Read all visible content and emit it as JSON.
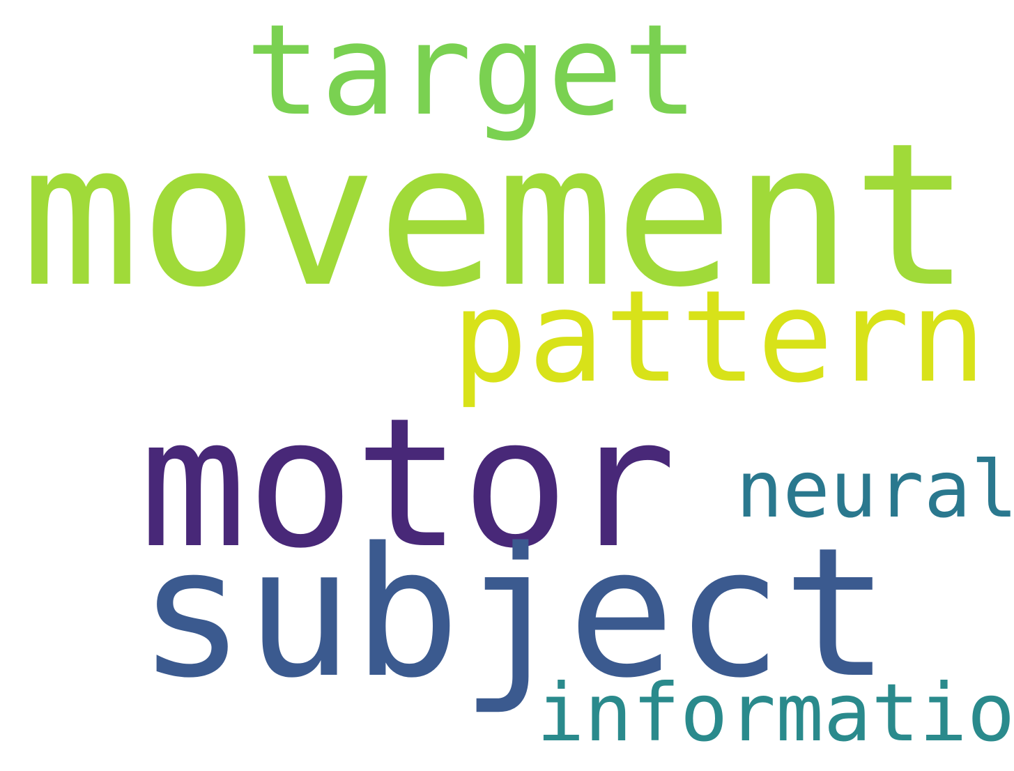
{
  "words": {
    "target": {
      "text": "target",
      "color": "#7ad151"
    },
    "movement": {
      "text": "movement",
      "color": "#a0da39"
    },
    "pattern": {
      "text": "pattern",
      "color": "#d8e219"
    },
    "motor": {
      "text": "motor",
      "color": "#482878"
    },
    "neural": {
      "text": "neural",
      "color": "#2a788e"
    },
    "subject": {
      "text": "subject",
      "color": "#3b5a8f"
    },
    "information": {
      "text": "information",
      "color": "#2a8a8c"
    }
  },
  "background_color": "#ffffff"
}
